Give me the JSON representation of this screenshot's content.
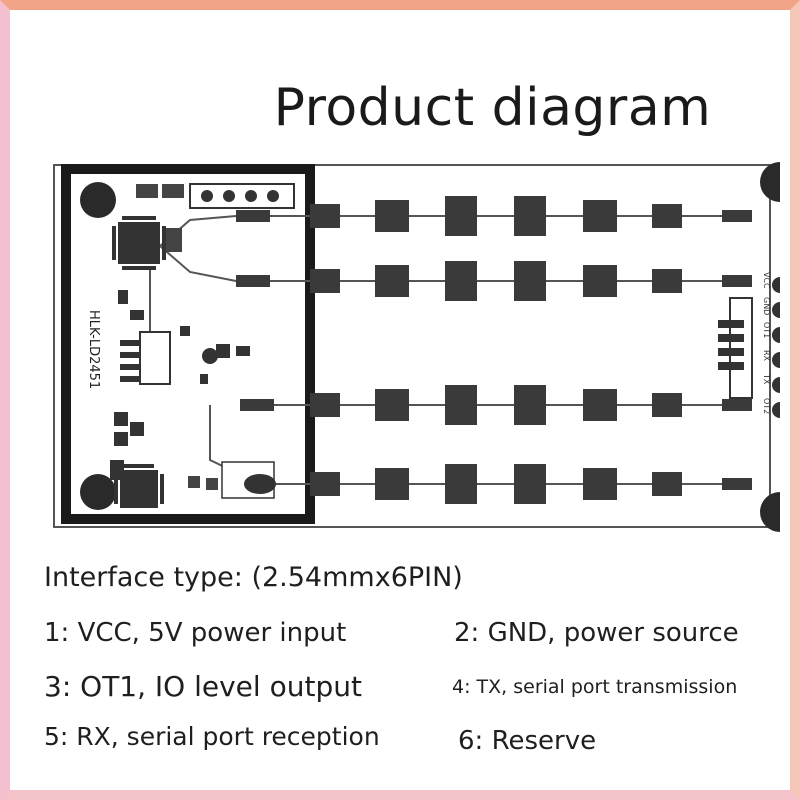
{
  "title": "Product diagram",
  "board": {
    "model": "HLK-LD2451",
    "pin_labels": [
      "VCC",
      "GND",
      "OT1",
      "RX",
      "TX",
      "OT2"
    ]
  },
  "interface_type": "Interface type: (2.54mmx6PIN)",
  "pins": {
    "p1": "1: VCC, 5V power input",
    "p2": "2: GND, power source",
    "p3": "3: OT1, IO level output",
    "p4": "4: TX, serial port transmission",
    "p5": "5: RX, serial port reception",
    "p6": "6: Reserve"
  },
  "colors": {
    "frame": "#f3b8a8",
    "pcb_outline": "#1a1a1a",
    "pad": "#3a3a3a"
  }
}
